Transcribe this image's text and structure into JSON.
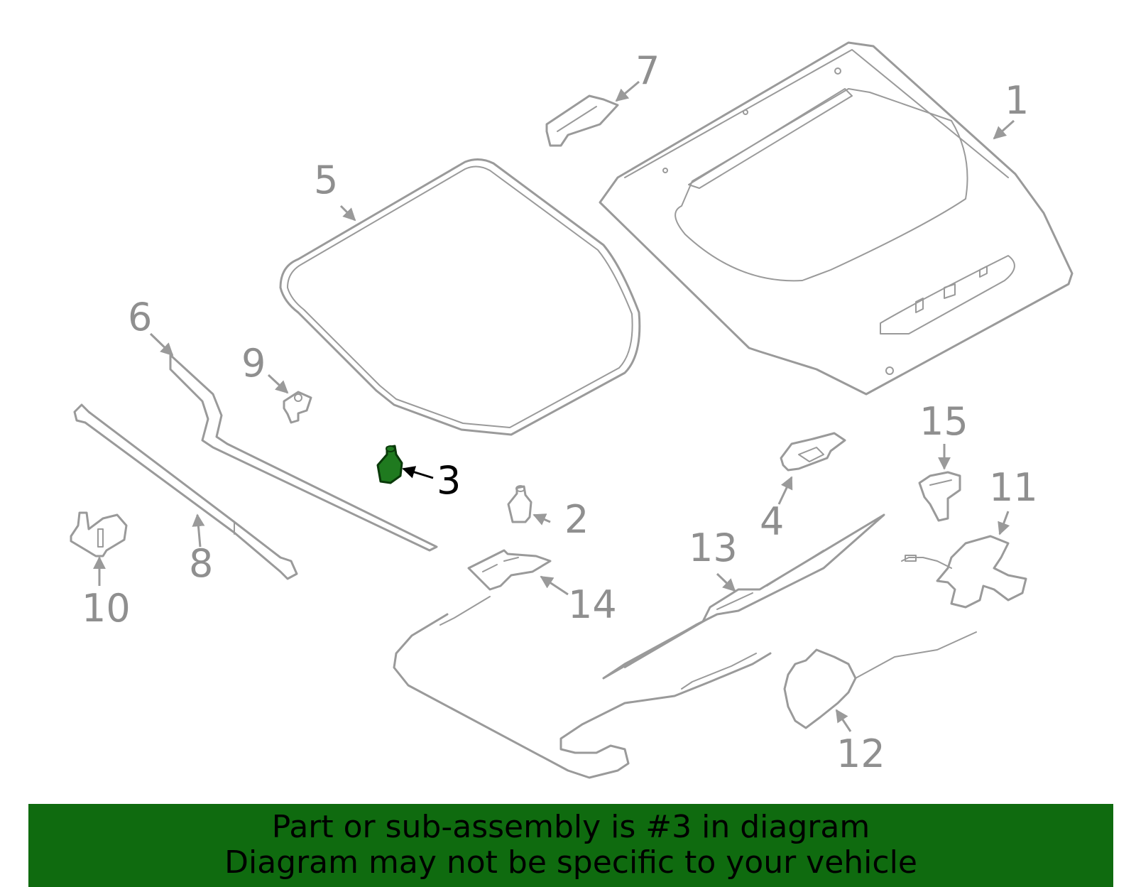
{
  "diagram": {
    "callouts": [
      "1",
      "2",
      "3",
      "4",
      "5",
      "6",
      "7",
      "8",
      "9",
      "10",
      "11",
      "12",
      "13",
      "14",
      "15"
    ],
    "highlight_callout": "3",
    "colors": {
      "line": "#9a9a9a",
      "callout_text": "#8f8f8f",
      "highlight_fill": "#1f7a1f",
      "highlight_text": "#000000",
      "banner_bg": "#0f6b0f"
    }
  },
  "banner": {
    "line1": "Part or sub-assembly is #3 in diagram",
    "line2": "Diagram may not be specific to your vehicle"
  }
}
